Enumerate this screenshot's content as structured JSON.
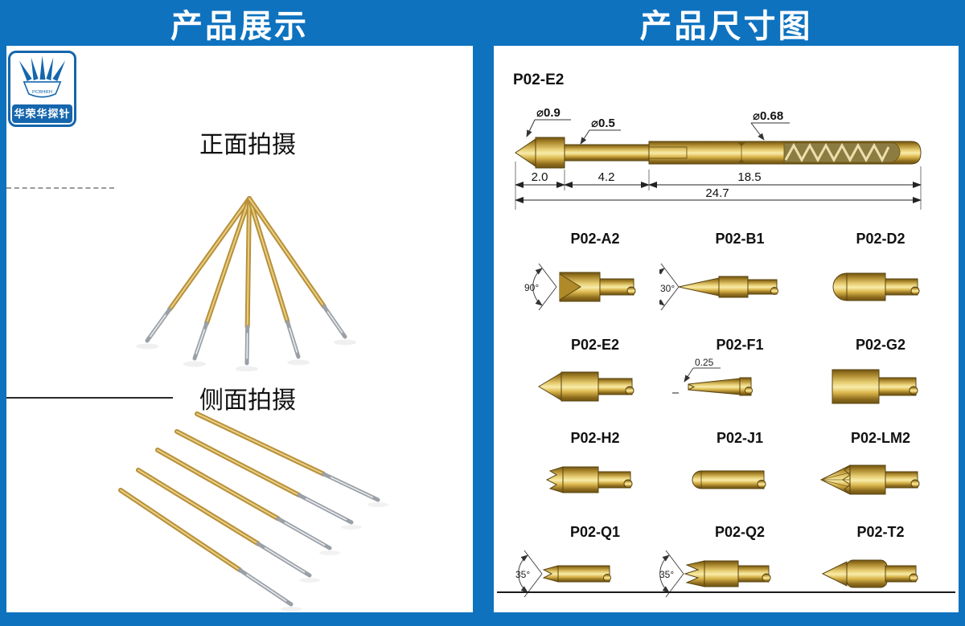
{
  "colors": {
    "blue": "#0E72BF",
    "logo_blue": "#1566AD",
    "gold": "#C9A23C",
    "outline": "#57430F"
  },
  "left_panel": {
    "header": "产品展示",
    "logo": {
      "name": "华荣华探针",
      "subtext": "PCBHRH"
    },
    "front_label": "正面拍摄",
    "side_label": "侧面拍摄"
  },
  "right_panel": {
    "header": "产品尺寸图",
    "diagram": {
      "title": "P02-E2",
      "diameters": [
        "⌀0.9",
        "⌀0.5",
        "⌀0.68"
      ],
      "dims": [
        "2.0",
        "4.2",
        "18.5",
        "24.7"
      ]
    },
    "grid": [
      {
        "label": "P02-A2",
        "annotation": "90°",
        "type": "a2"
      },
      {
        "label": "P02-B1",
        "annotation": "30°",
        "type": "b1"
      },
      {
        "label": "P02-D2",
        "annotation": "",
        "type": "d2"
      },
      {
        "label": "P02-E2",
        "annotation": "",
        "type": "e2"
      },
      {
        "label": "P02-F1",
        "annotation": "0.25",
        "type": "f1"
      },
      {
        "label": "P02-G2",
        "annotation": "",
        "type": "g2"
      },
      {
        "label": "P02-H2",
        "annotation": "",
        "type": "h2"
      },
      {
        "label": "P02-J1",
        "annotation": "",
        "type": "j1"
      },
      {
        "label": "P02-LM2",
        "annotation": "",
        "type": "lm2"
      },
      {
        "label": "P02-Q1",
        "annotation": "35°",
        "type": "q1"
      },
      {
        "label": "P02-Q2",
        "annotation": "35°",
        "type": "q2"
      },
      {
        "label": "P02-T2",
        "annotation": "",
        "type": "t2"
      }
    ]
  }
}
